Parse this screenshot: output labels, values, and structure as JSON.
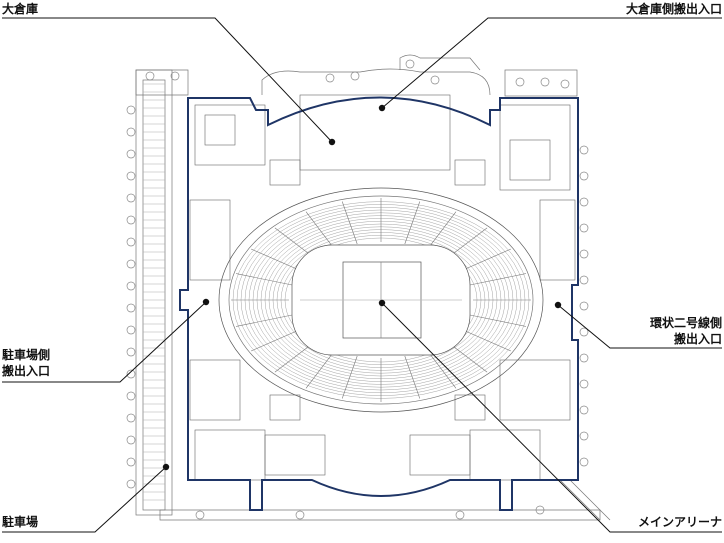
{
  "labels": {
    "warehouse": "大倉庫",
    "warehouse_entrance": "大倉庫側搬出入口",
    "loop_road_entrance": [
      "環状二号線側",
      "搬出入口"
    ],
    "parking_entrance": [
      "駐車場側",
      "搬出入口"
    ],
    "parking": "駐車場",
    "main_arena": "メインアリーナ"
  },
  "colors": {
    "outline": "#1f3566",
    "line": "#555555",
    "leader": "#111111",
    "text": "#111111"
  }
}
